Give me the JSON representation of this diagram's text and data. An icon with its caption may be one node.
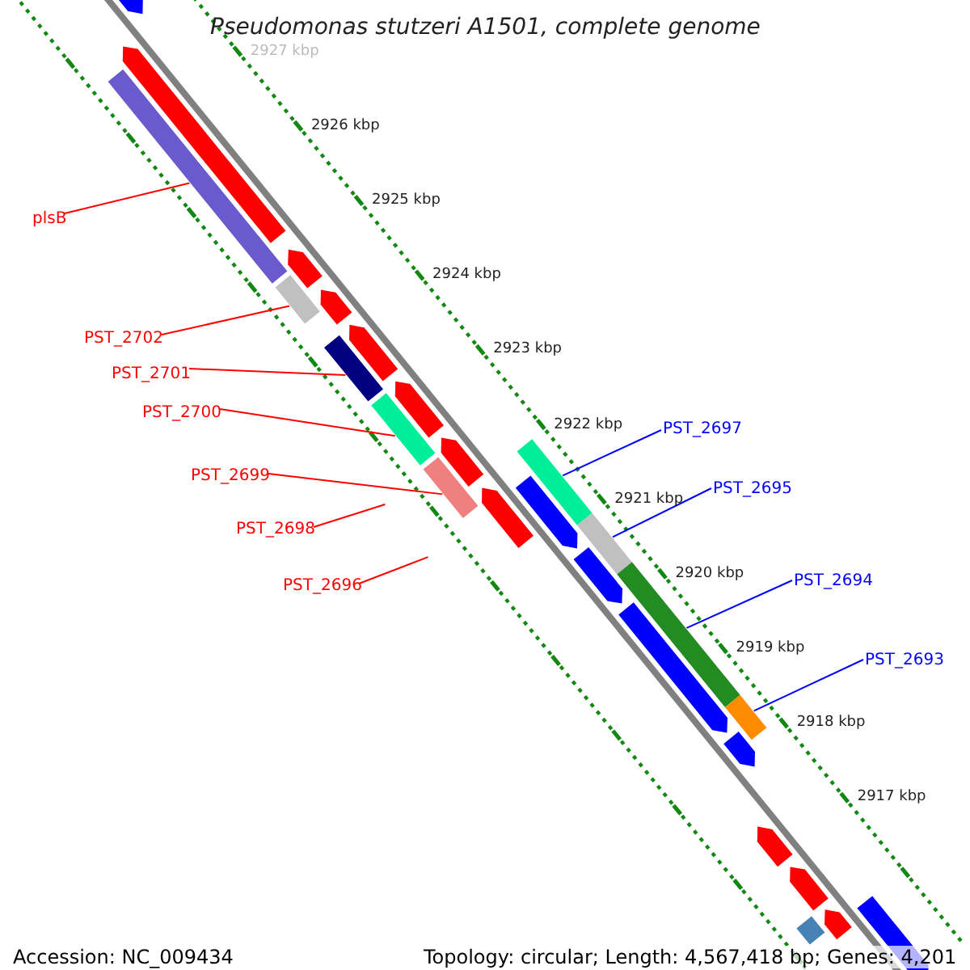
{
  "diagram": {
    "title": "Pseudomonas stutzeri A1501, complete genome",
    "nodes": [
      {
        "text": [
          "plsB"
        ]
      },
      {
        "text": [
          "PST_2702"
        ]
      },
      {
        "text": [
          "PST_2701"
        ]
      },
      {
        "text": [
          "PST_2700"
        ]
      },
      {
        "text": [
          "PST_2699"
        ]
      },
      {
        "text": [
          "PST_2698"
        ]
      },
      {
        "text": [
          "PST_2696"
        ]
      },
      {
        "text": [
          "PST_2697"
        ]
      },
      {
        "text": [
          "PST_2695"
        ]
      },
      {
        "text": [
          "PST_2694"
        ]
      },
      {
        "text": [
          "PST_2693"
        ]
      },
      {
        "text": [],
        "shape": "arrow"
      },
      {
        "text": [],
        "shape": "arrow"
      },
      {
        "text": [],
        "shape": "bar"
      },
      {
        "text": [],
        "shape": "arrow"
      },
      {
        "text": [],
        "shape": "bar"
      },
      {
        "text": [],
        "shape": "arrow"
      },
      {
        "text": [],
        "shape": "arrow"
      },
      {
        "text": [],
        "shape": "bar"
      },
      {
        "text": [],
        "shape": "arrow"
      },
      {
        "text": [],
        "shape": "bar"
      },
      {
        "text": [],
        "shape": "arrow"
      },
      {
        "text": [],
        "shape": "bar"
      },
      {
        "text": [],
        "shape": "bar"
      },
      {
        "text": [],
        "shape": "arrow"
      },
      {
        "text": [],
        "shape": "arrow"
      },
      {
        "text": [],
        "shape": "bar"
      },
      {
        "text": [],
        "shape": "arrow"
      },
      {
        "text": [],
        "shape": "bar"
      },
      {
        "text": [],
        "shape": "arrow"
      },
      {
        "text": [],
        "shape": "bar"
      },
      {
        "text": [],
        "shape": "arrow"
      },
      {
        "text": [],
        "shape": "arrow"
      },
      {
        "text": [],
        "shape": "arrow"
      },
      {
        "text": [],
        "shape": "arrow"
      },
      {
        "text": [],
        "shape": "arrow"
      },
      {
        "text": [],
        "shape": "bar"
      }
    ],
    "edges": [
      {
        "from": 0,
        "to": 13,
        "arrow": "none"
      },
      {
        "from": 1,
        "to": 15,
        "arrow": "none"
      },
      {
        "from": 2,
        "to": 18,
        "arrow": "none"
      },
      {
        "from": 3,
        "to": 20,
        "arrow": "none"
      },
      {
        "from": 4,
        "to": 23,
        "arrow": "none"
      },
      {
        "from": 5,
        "to": null,
        "arrow": "none"
      },
      {
        "from": 6,
        "to": null,
        "arrow": "none"
      },
      {
        "from": 7,
        "to": 22,
        "arrow": "none",
        "color": "#0000ff"
      },
      {
        "from": 8,
        "to": 26,
        "arrow": "none",
        "color": "#0000ff"
      },
      {
        "from": 9,
        "to": 28,
        "arrow": "none",
        "color": "#0000ff"
      },
      {
        "from": 10,
        "to": 30,
        "arrow": "none",
        "color": "#0000ff"
      }
    ],
    "labels": [
      "2927 kbp",
      "2926 kbp",
      "2925 kbp",
      "2924 kbp",
      "2923 kbp",
      "2922 kbp",
      "2921 kbp",
      "2920 kbp",
      "2919 kbp",
      "2918 kbp",
      "2917 kbp",
      "Accession: NC_009434",
      "Topology: circular; Length: 4,567,418 bp; Genes: 4,201"
    ]
  }
}
